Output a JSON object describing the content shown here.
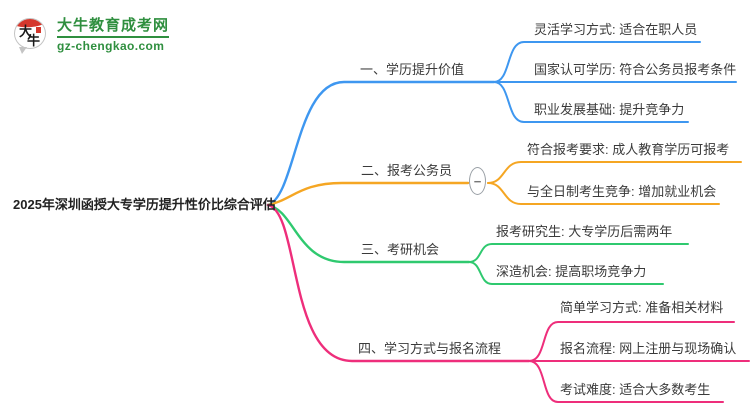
{
  "brand": {
    "name": "大牛教育成考网",
    "domain": "gz-chengkao.com",
    "logo_char_top": "大",
    "logo_char_bottom": "牛",
    "green": "#2f8f3f",
    "red": "#d5372c"
  },
  "mindmap": {
    "root": {
      "label": "2025年深圳函授大专学历提升性价比综合评估"
    },
    "collapse_icon": "−",
    "branches": [
      {
        "label": "一、学历提升价值",
        "color": "#3e97f0",
        "children": [
          {
            "label": "灵活学习方式: 适合在职人员"
          },
          {
            "label": "国家认可学历: 符合公务员报考条件"
          },
          {
            "label": "职业发展基础: 提升竞争力"
          }
        ]
      },
      {
        "label": "二、报考公务员",
        "color": "#f5a623",
        "children": [
          {
            "label": "符合报考要求: 成人教育学历可报考"
          },
          {
            "label": "与全日制考生竞争: 增加就业机会"
          }
        ]
      },
      {
        "label": "三、考研机会",
        "color": "#2fc96f",
        "children": [
          {
            "label": "报考研究生: 大专学历后需两年"
          },
          {
            "label": "深造机会: 提高职场竞争力"
          }
        ]
      },
      {
        "label": "四、学习方式与报名流程",
        "color": "#ee2e7b",
        "children": [
          {
            "label": "简单学习方式: 准备相关材料"
          },
          {
            "label": "报名流程: 网上注册与现场确认"
          },
          {
            "label": "考试难度: 适合大多数考生"
          }
        ]
      }
    ]
  }
}
